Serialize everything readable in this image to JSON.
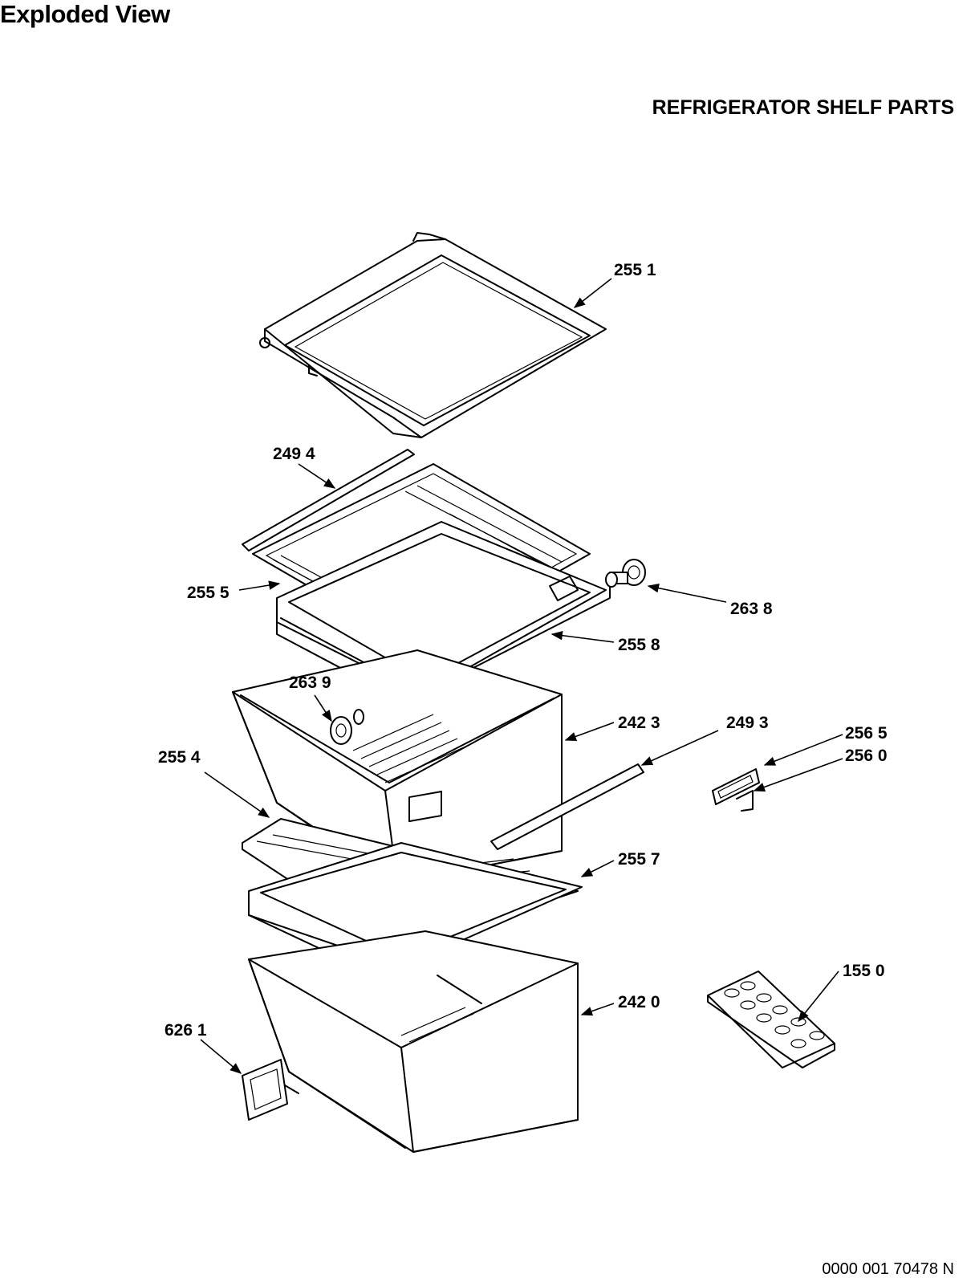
{
  "header": {
    "title": "Exploded View",
    "section": "REFRIGERATOR SHELF PARTS"
  },
  "footer": {
    "document_code": "0000 001 70478 N"
  },
  "parts": [
    {
      "label": "255 1"
    },
    {
      "label": "249 4"
    },
    {
      "label": "255 5"
    },
    {
      "label": "263 8"
    },
    {
      "label": "255 8"
    },
    {
      "label": "263 9"
    },
    {
      "label": "242 3"
    },
    {
      "label": "249 3"
    },
    {
      "label": "256 5"
    },
    {
      "label": "256 0"
    },
    {
      "label": "255 4"
    },
    {
      "label": "255 7"
    },
    {
      "label": "155 0"
    },
    {
      "label": "242 0"
    },
    {
      "label": "626 1"
    }
  ]
}
